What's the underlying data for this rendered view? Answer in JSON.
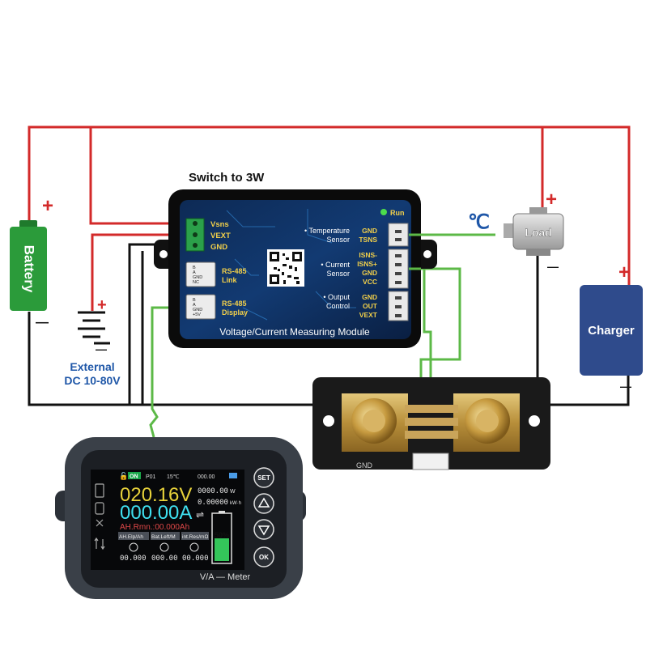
{
  "labels": {
    "battery": "Battery",
    "plus": "+",
    "minus": "—",
    "external_line1": "External",
    "external_line2": "DC 10-80V",
    "switch_label": "Switch to 3W",
    "load": "Load",
    "charger": "Charger",
    "celsius": "℃",
    "gnd_shunt": "GND"
  },
  "module": {
    "title": "Voltage/Current Measuring Module",
    "run": "Run",
    "left_pins": [
      "Vsns",
      "VEXT",
      "GND"
    ],
    "rs485_link": [
      "RS-485",
      "Link"
    ],
    "rs485_display": [
      "RS-485",
      "Display"
    ],
    "rj_pins_link": [
      "B",
      "A",
      "GND",
      "NC"
    ],
    "rj_pins_display": [
      "B",
      "A",
      "GND",
      "+5V"
    ],
    "temp_sensor": [
      "• Temperature",
      "Sensor"
    ],
    "current_sensor": [
      "• Current",
      "Sensor"
    ],
    "output_control": [
      "• Output",
      "Control"
    ],
    "right_pins_temp": [
      "GND",
      "TSNS"
    ],
    "right_pins_current": [
      "ISNS-",
      "ISNS+",
      "GND",
      "VCC"
    ],
    "right_pins_output": [
      "GND",
      "OUT",
      "VEXT"
    ]
  },
  "meter": {
    "status_on": "ON",
    "status_p": "P01",
    "status_temp": "15℃",
    "status_time": "000.00",
    "voltage": "020.16V",
    "current": "000.00A",
    "power": "0000.00",
    "power_unit": "W",
    "energy": "0.00000",
    "energy_unit": "kW·h",
    "ah_remaining": "AH.Rmn.:00.000Ah",
    "col1_label": "AH.Elp/Ah",
    "col2_label": "Bat.Left/M",
    "col3_label": "int.Res/mΩ",
    "col1_value": "00.000",
    "col2_value": "000.00",
    "col3_value": "00.000",
    "battery_pct": "50%",
    "battery_level": 0.5,
    "brand": "V/A — Meter",
    "btn_set": "SET",
    "btn_ok": "OK"
  },
  "colors": {
    "wire_red": "#d32a2a",
    "wire_black": "#111111",
    "wire_green": "#5cb947",
    "battery_green": "#2b9b3a",
    "charger_blue": "#2f4b8c",
    "label_blue": "#1f57a8",
    "voltage_yellow": "#e8d23a",
    "current_cyan": "#3fe0f0"
  }
}
